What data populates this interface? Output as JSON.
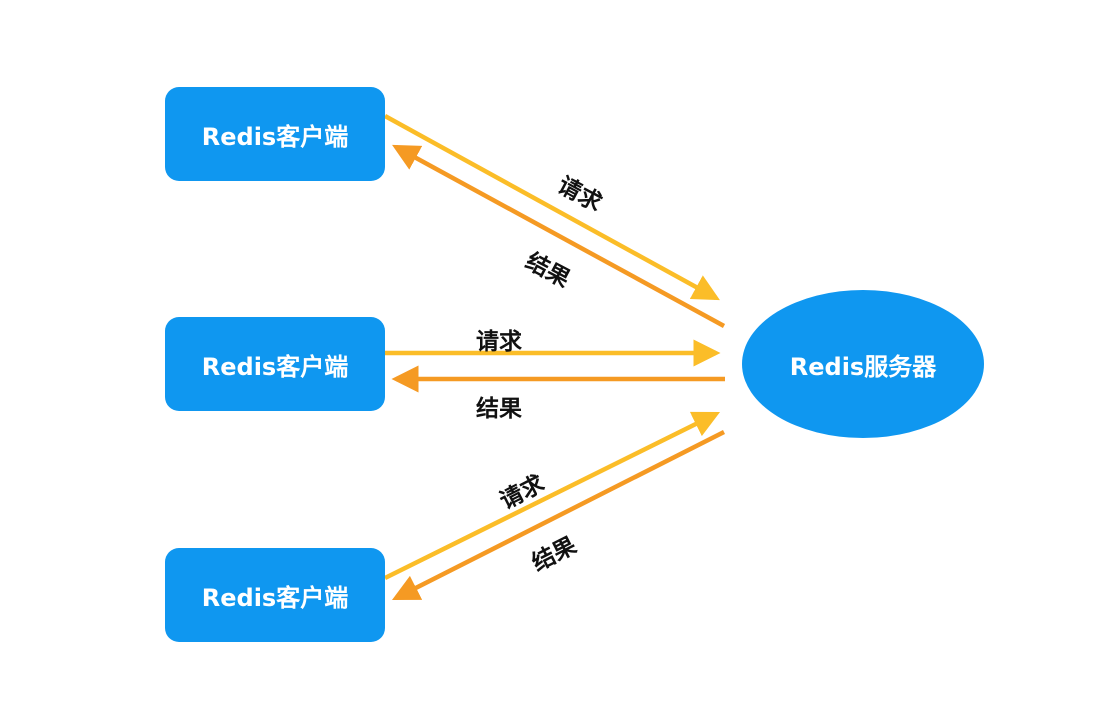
{
  "nodes": {
    "client_1": "Redis客户端",
    "client_2": "Redis客户端",
    "client_3": "Redis客户端",
    "server": "Redis服务器"
  },
  "edges": [
    {
      "request": "请求",
      "response": "结果"
    },
    {
      "request": "请求",
      "response": "结果"
    },
    {
      "request": "请求",
      "response": "结果"
    }
  ],
  "colors": {
    "node": "#0f97f0",
    "request_arrow": "#fbbd28",
    "response_arrow": "#f59a23"
  }
}
